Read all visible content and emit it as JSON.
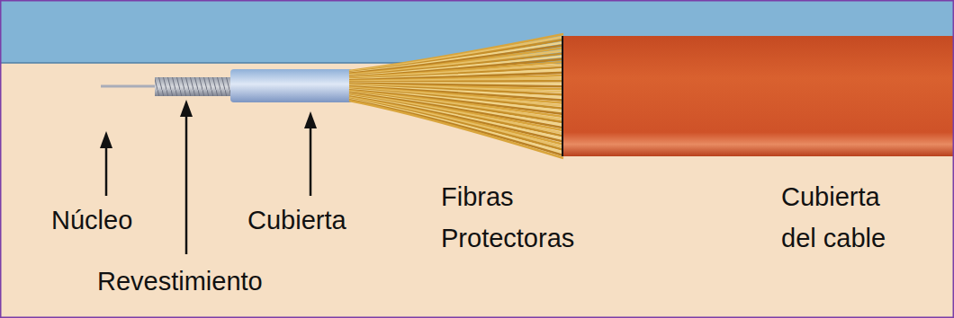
{
  "diagram": {
    "labels": [
      "Núcleo",
      "Revestimiento",
      "Cubierta",
      "Fibras Protectoras",
      "Cubierta del cable"
    ]
  }
}
